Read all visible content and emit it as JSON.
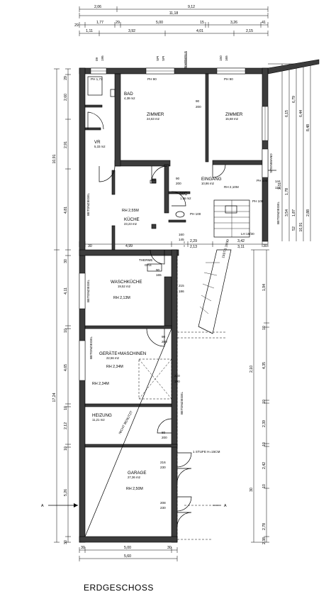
{
  "title": "ERDGESCHOSS",
  "rooms": {
    "bad": {
      "name": "BAD",
      "area": "4,39 m2"
    },
    "zimmer1": {
      "name": "ZIMMER",
      "area": "24,63 m2"
    },
    "zimmer2": {
      "name": "ZIMMER",
      "area": "15,68 m2"
    },
    "vr": {
      "name": "VR",
      "area": "5,33 m2"
    },
    "eingang": {
      "name": "EINGANG",
      "area": "10,86 m2"
    },
    "wc": {
      "name": "WC",
      "area": "1,56 m2"
    },
    "kueche": {
      "name": "KÜCHE",
      "area": "23,23 m2",
      "rh": "RH 2,55M"
    },
    "waschkueche": {
      "name": "WASCHKÜCHE",
      "area": "19,52 m2",
      "rh": "RH 2,13M"
    },
    "geraete": {
      "name": "GERÄTE+MASCHINEN",
      "area": "22,56 m2",
      "rh": "RH 2,34M",
      "rh2": "RH 2,34M"
    },
    "heizung": {
      "name": "HEIZUNG",
      "area": "11,21 m2"
    },
    "garage": {
      "name": "GARAGE",
      "area": "27,36 m2",
      "rh": "RH 2,50M"
    }
  },
  "labels": {
    "ph173": "PH 1,73",
    "ph90a": "PH 90",
    "ph90b": "PH 90",
    "ph100a": "PH 100",
    "ph100b": "PH 100",
    "ph100c": "PH 100",
    "rh210": "RH 2,10M",
    "steinwand_top": "STEINWAND",
    "steinwand_right": "STEINWAND",
    "betonziegel1": "BETONZIEGEL",
    "betonziegel2": "BETONZIEGEL",
    "betonziegel3": "BETONZIEGEL",
    "betonziegel4": "BETONZIEGEL",
    "betonziegel5": "BETONZIEGEL",
    "therme": "THERME",
    "gas": "GAS",
    "nicht_benutzt": "NICHT BENUTZT",
    "stufe": "1 STUFE H=15CM",
    "stair_spec": "15STG 18/30",
    "lh": "LH 18/30",
    "section_a_left": "A",
    "section_a_right": "A"
  },
  "openings": {
    "o90_200_a": "90",
    "o90_200_b": "200",
    "o90_200_c": "90",
    "o90_200_d": "200",
    "o90_165_a": "90",
    "o90_165_b": "165",
    "o215_186_a": "215",
    "o215_186_b": "186",
    "o90_200_e": "90",
    "o90_200_f": "200",
    "o220_190_a": "220",
    "o220_190_b": "190",
    "o80_200_a": "80",
    "o80_200_b": "200",
    "o216_230_a": "216",
    "o216_230_b": "230",
    "o208_230_a": "208",
    "o208_230_b": "230",
    "o160_145_a": "160",
    "o160_145_b": "145",
    "o144_110_a": "144",
    "o144_110_b": "110"
  },
  "dims_top": {
    "r1": [
      "2,06",
      "9,12"
    ],
    "r2": "11,18",
    "r3": [
      "29",
      "1,77",
      "29",
      "5,00",
      "15",
      "3,26",
      "41"
    ],
    "r4": [
      "1,11",
      "3,92",
      "4,01",
      "2,15"
    ]
  },
  "dims_left": [
    "29",
    "2,60",
    "2,91",
    "10,91",
    "4,81",
    "30",
    "4,11",
    "10",
    "4,65",
    "17,24",
    "10",
    "2,12",
    "10",
    "5,26",
    "30"
  ],
  "dims_right": [
    "1,94",
    "10",
    "4,35",
    "10",
    "2,39",
    "10",
    "2,42",
    "10",
    "2,78",
    "2,38",
    "2,10",
    "30"
  ],
  "dims_right_upper": [
    "6,15",
    "6,79",
    "6,44",
    "2,31",
    "1,78",
    "1,87",
    "2,88",
    "8,48",
    "3,54",
    "52",
    "10,91"
  ],
  "dims_bottom": [
    "30",
    "5,00",
    "30",
    "5,60"
  ],
  "dims_mid": [
    "30",
    "4,99",
    "2,29",
    "2,13",
    "3,42",
    "3,11",
    "30"
  ]
}
